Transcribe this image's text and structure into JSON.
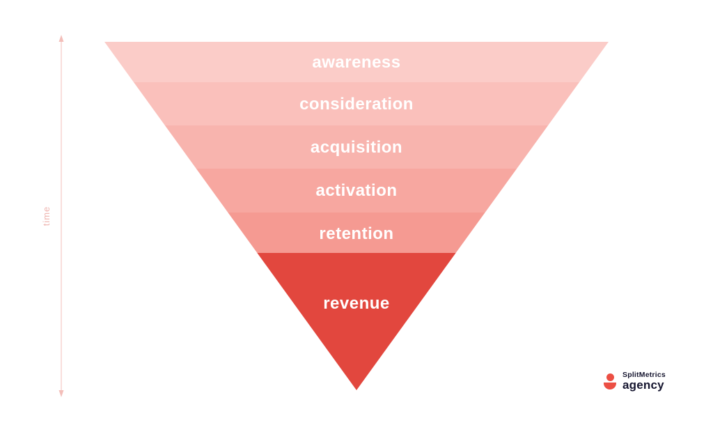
{
  "diagram": {
    "type": "inverted-funnel",
    "label_color": "#ffffff",
    "axis": {
      "label": "time",
      "color": "#f3beb9",
      "label_color": "#eeb3ae"
    },
    "layers": [
      {
        "label": "awareness",
        "color": "#fbccc8"
      },
      {
        "label": "consideration",
        "color": "#fac0bb"
      },
      {
        "label": "acquisition",
        "color": "#f8b4ae"
      },
      {
        "label": "activation",
        "color": "#f7a7a0"
      },
      {
        "label": "retention",
        "color": "#f59a92"
      },
      {
        "label": "revenue",
        "color": "#e2473e"
      }
    ]
  },
  "logo": {
    "name": "SplitMetrics",
    "tagline": "agency",
    "icon_color": "#ec4f44",
    "text_color": "#15152f"
  }
}
